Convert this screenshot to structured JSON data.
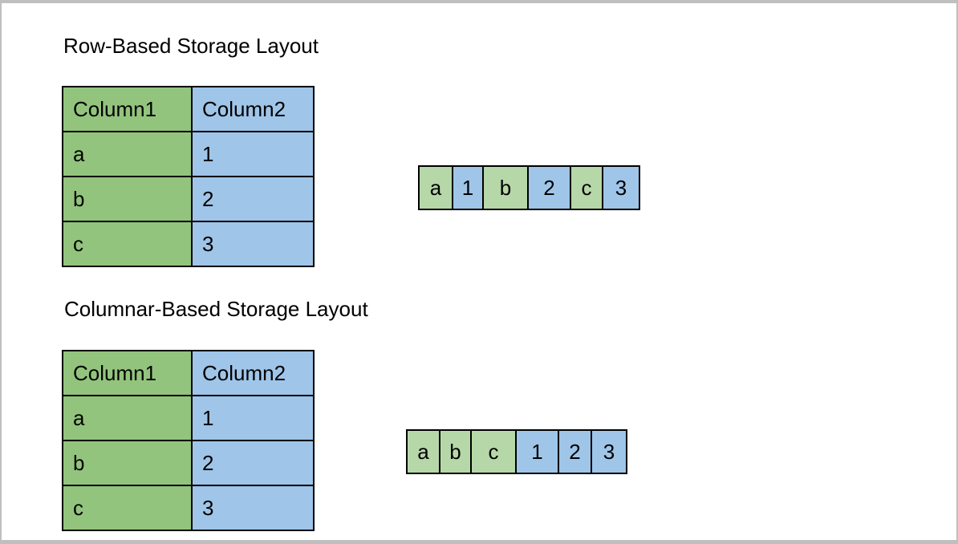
{
  "colors": {
    "frame_color": "#bfbfbf",
    "table_green": "#93c47d",
    "table_blue": "#9fc5e8",
    "strip_green": "#b6d7a8",
    "strip_blue": "#9fc5e8",
    "border_black": "#000000",
    "background": "#ffffff"
  },
  "row_based": {
    "title": "Row-Based Storage Layout",
    "table": {
      "headers": [
        "Column1",
        "Column2"
      ],
      "rows": [
        [
          "a",
          "1"
        ],
        [
          "b",
          "2"
        ],
        [
          "c",
          "3"
        ]
      ]
    },
    "strip": {
      "cells": [
        {
          "label": "a",
          "type": "green"
        },
        {
          "label": "1",
          "type": "blue"
        },
        {
          "label": "b",
          "type": "green"
        },
        {
          "label": "2",
          "type": "blue"
        },
        {
          "label": "c",
          "type": "green"
        },
        {
          "label": "3",
          "type": "blue"
        }
      ]
    }
  },
  "columnar_based": {
    "title": "Columnar-Based Storage Layout",
    "table": {
      "headers": [
        "Column1",
        "Column2"
      ],
      "rows": [
        [
          "a",
          "1"
        ],
        [
          "b",
          "2"
        ],
        [
          "c",
          "3"
        ]
      ]
    },
    "strip": {
      "cells": [
        {
          "label": "a",
          "type": "green"
        },
        {
          "label": "b",
          "type": "green"
        },
        {
          "label": "c",
          "type": "green"
        },
        {
          "label": "1",
          "type": "blue"
        },
        {
          "label": "2",
          "type": "blue"
        },
        {
          "label": "3",
          "type": "blue"
        }
      ]
    }
  }
}
